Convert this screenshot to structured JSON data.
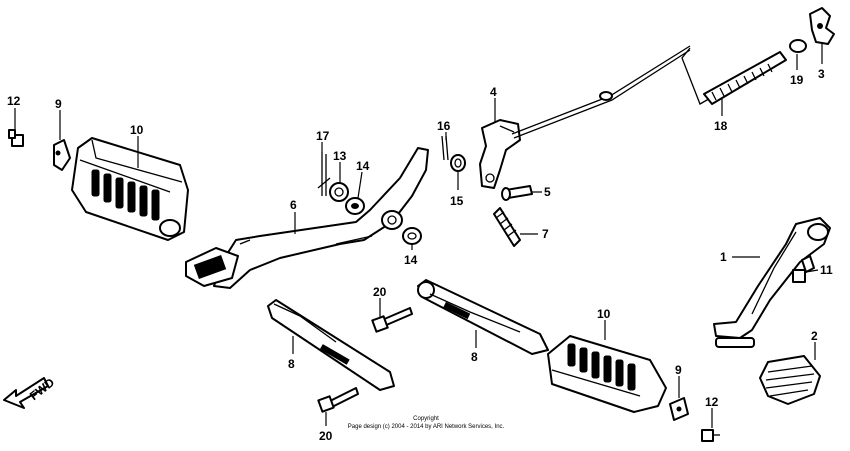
{
  "diagram": {
    "callouts": {
      "c1": "1",
      "c2": "2",
      "c3": "3",
      "c4": "4",
      "c5": "5",
      "c6": "6",
      "c7": "7",
      "c8a": "8",
      "c8b": "8",
      "c9a": "9",
      "c9b": "9",
      "c10a": "10",
      "c10b": "10",
      "c11": "11",
      "c12a": "12",
      "c12b": "12",
      "c13": "13",
      "c14a": "14",
      "c14b": "14",
      "c15": "15",
      "c16": "16",
      "c17": "17",
      "c18": "18",
      "c19": "19",
      "c20a": "20",
      "c20b": "20"
    },
    "direction_label": "FWD",
    "copyright": {
      "line1": "Copyright",
      "line2": "Page design (c) 2004 - 2014 by ARI Network Services, Inc."
    }
  }
}
